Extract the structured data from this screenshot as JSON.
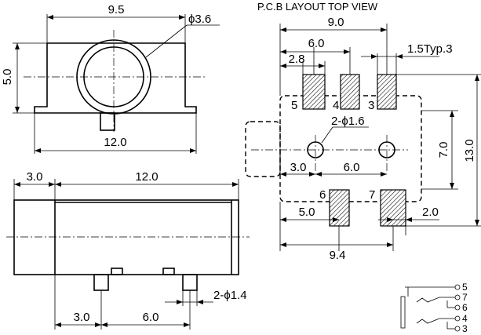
{
  "title": "P.C.B  LAYOUT  TOP VIEW",
  "front_view": {
    "width_top": "9.5",
    "hole_dia": "ϕ3.6",
    "height": "5.0",
    "width_bottom": "12.0"
  },
  "side_view": {
    "left_len": "3.0",
    "body_len": "12.0",
    "pin_pos": "3.0",
    "pin_spacing": "6.0",
    "pin_dia": "2-ϕ1.4"
  },
  "pcb_layout": {
    "span": "9.0",
    "inner": "6.0",
    "pad_w": "2.8",
    "pad_pitch": "1.5Typ.3",
    "holes": "2-ϕ1.6",
    "hole_offset": "3.0",
    "hole_spacing": "6.0",
    "height_inner": "7.0",
    "height_total": "13.0",
    "bottom_left": "5.0",
    "bottom_span": "9.4",
    "bottom_right": "2.0",
    "pins": [
      "5",
      "4",
      "3",
      "6",
      "7"
    ]
  },
  "schematic": {
    "pins": [
      "5",
      "7",
      "6",
      "4",
      "3"
    ]
  },
  "colors": {
    "line": "#000000",
    "background": "#ffffff"
  }
}
